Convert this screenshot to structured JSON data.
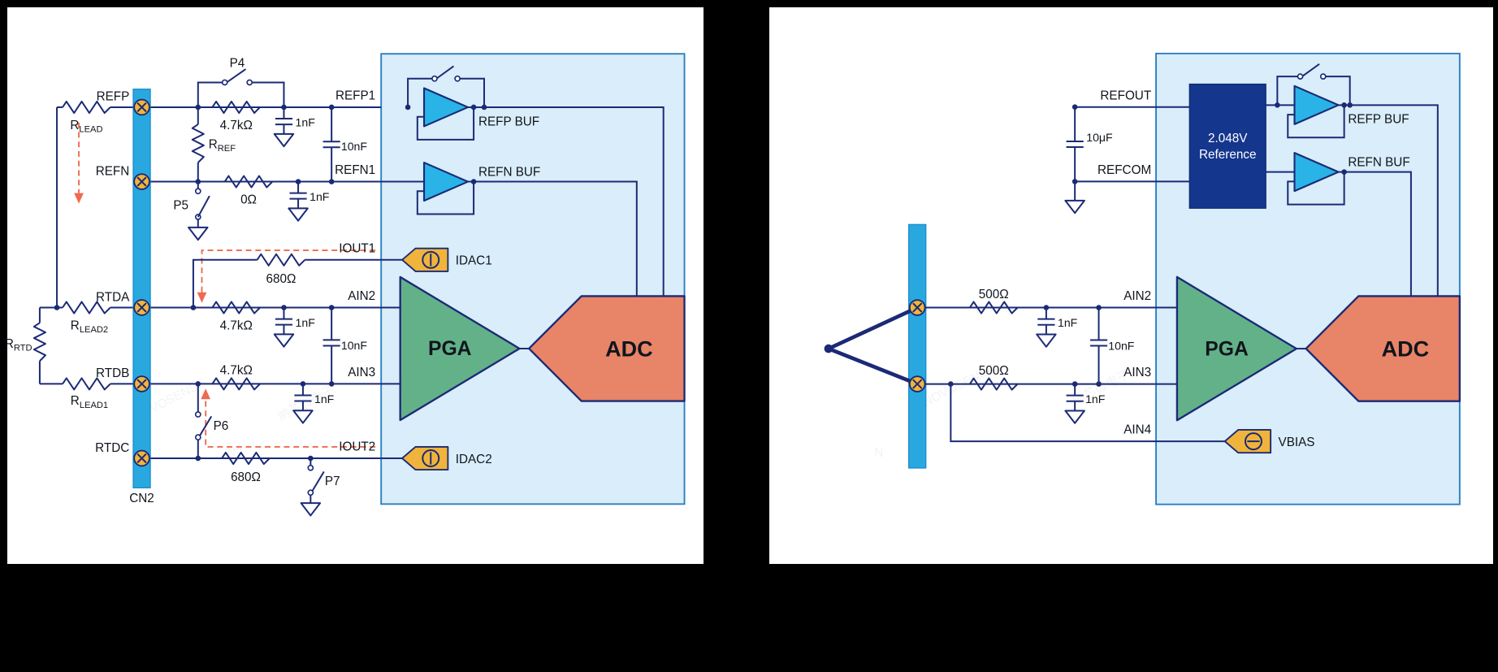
{
  "palette": {
    "background": "#000000",
    "panel": "#ffffff",
    "wire": "#1b2a75",
    "chip_region_fill": "#d9edfa",
    "chip_region_border": "#2a7fc1",
    "connector_fill": "#29a8e0",
    "terminal_fill": "#f0b43c",
    "buffer_fill": "#2ab3e6",
    "pga_fill": "#63b189",
    "adc_fill": "#e88468",
    "idac_fill": "#f0b43c",
    "vref_fill": "#15368d",
    "dashed_path": "#ef6a4f"
  },
  "watermark": {
    "brand": "NOVOSENSE",
    "cjk": "纳芯微电子",
    "logo_letter": "N"
  },
  "left": {
    "connector_label": "CN2",
    "terminal_labels": {
      "refp": "REFP",
      "refn": "REFN",
      "rtda": "RTDA",
      "rtdb": "RTDB",
      "rtdc": "RTDC"
    },
    "external": {
      "r": "R",
      "rlead_sub": "LEAD",
      "rlead2_sub": "LEAD2",
      "rlead3_sub": "LEAD1",
      "rrtd_sub": "RTD"
    },
    "parts": {
      "p4": "P4",
      "p5": "P5",
      "p6": "P6",
      "p7": "P7",
      "r47k_ref": "4.7kΩ",
      "rref_main": "R",
      "rref_sub": "REF",
      "r0": "0Ω",
      "r680_iout1": "680Ω",
      "r47k_ain2": "4.7kΩ",
      "r47k_ain3": "4.7kΩ",
      "r680_iout2": "680Ω",
      "c1nf_refp": "1nF",
      "c10nf_ref": "10nF",
      "c1nf_refn": "1nF",
      "c1nf_ain2": "1nF",
      "c10nf_ain": "10nF",
      "c1nf_ain3": "1nF"
    },
    "pins": {
      "refp1": "REFP1",
      "refn1": "REFN1",
      "iout1": "IOUT1",
      "ain2": "AIN2",
      "ain3": "AIN3",
      "iout2": "IOUT2"
    },
    "blocks": {
      "refp_buf": "REFP BUF",
      "refn_buf": "REFN BUF",
      "pga": "PGA",
      "adc": "ADC",
      "idac1": "IDAC1",
      "idac2": "IDAC2"
    }
  },
  "right": {
    "pins": {
      "refout": "REFOUT",
      "refcom": "REFCOM",
      "ain2": "AIN2",
      "ain3": "AIN3",
      "ain4": "AIN4"
    },
    "parts": {
      "c10uf": "10μF",
      "r500_ain2": "500Ω",
      "r500_ain3": "500Ω",
      "c1nf_ain2": "1nF",
      "c10nf_ain": "10nF",
      "c1nf_ain3": "1nF"
    },
    "blocks": {
      "vref_line1": "2.048V",
      "vref_line2": "Reference",
      "refp_buf": "REFP BUF",
      "refn_buf": "REFN BUF",
      "pga": "PGA",
      "adc": "ADC",
      "vbias": "VBIAS"
    }
  }
}
